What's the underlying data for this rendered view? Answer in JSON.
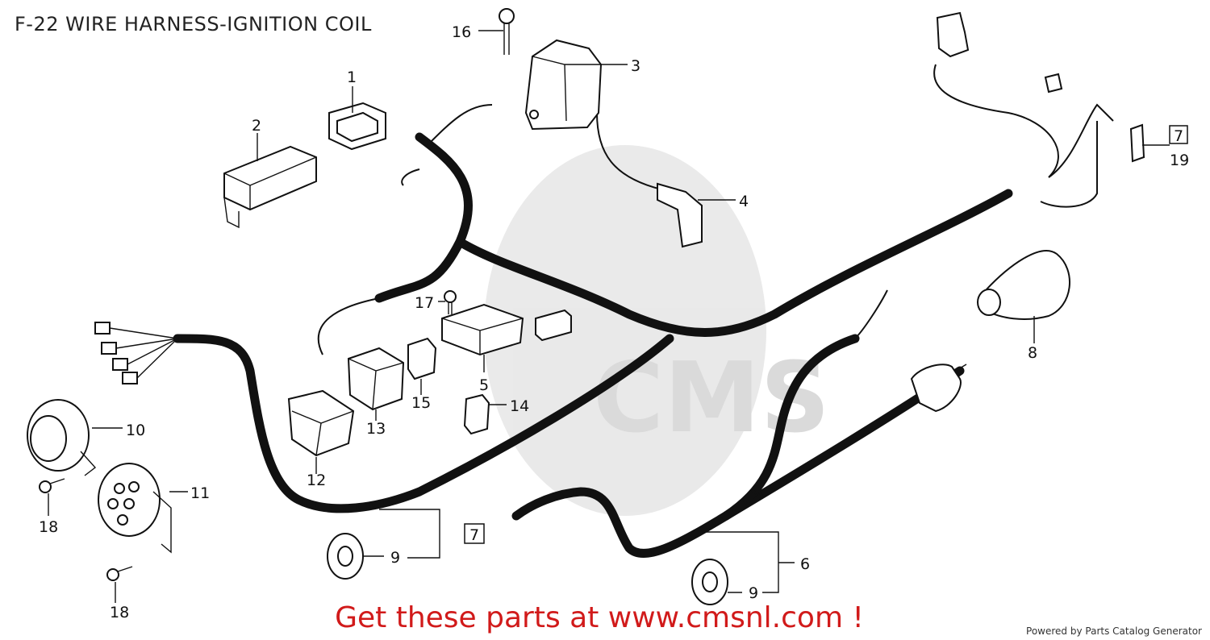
{
  "title": "F-22 WIRE HARNESS-IGNITION COIL",
  "cta": "Get these parts at www.cmsnl.com !",
  "credit": "Powered by Parts Catalog Generator",
  "watermark": "CMS",
  "colors": {
    "cta": "#d11a1a",
    "ink": "#111111"
  },
  "callouts": {
    "c1": "1",
    "c2": "2",
    "c3": "3",
    "c4": "4",
    "c5": "5",
    "c6": "6",
    "c7a": "7",
    "c7b": "7",
    "c8": "8",
    "c9a": "9",
    "c9b": "9",
    "c10": "10",
    "c11": "11",
    "c12": "12",
    "c13": "13",
    "c14": "14",
    "c15": "15",
    "c16": "16",
    "c17": "17",
    "c18a": "18",
    "c18b": "18",
    "c19": "19"
  }
}
